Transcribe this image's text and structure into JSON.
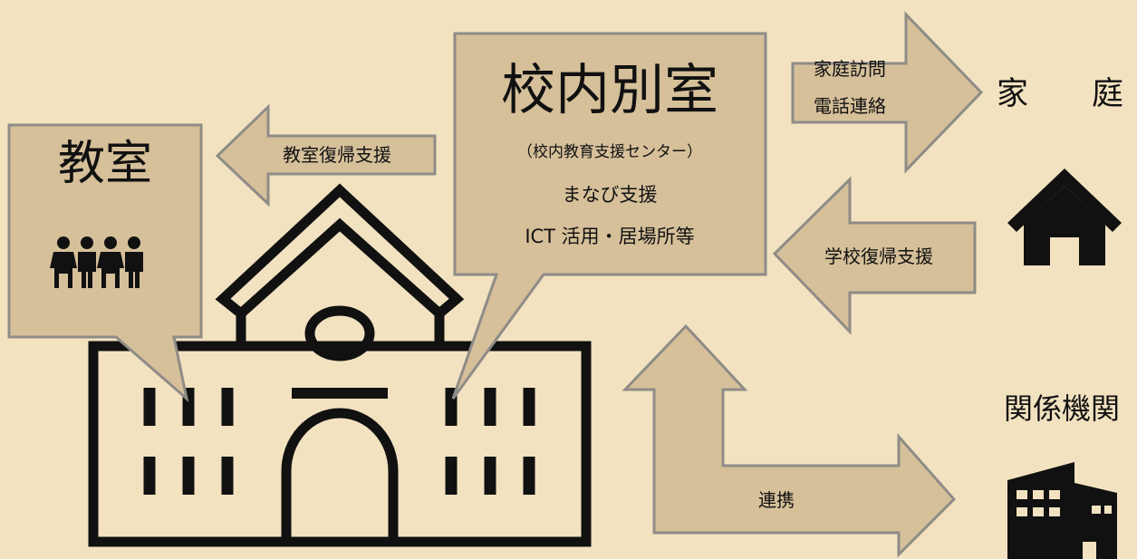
{
  "classroom": {
    "title": "教室"
  },
  "separate_room": {
    "title": "校内別室",
    "subtitle": "（校内教育支援センター）",
    "line1": "まなび支援",
    "line2": "ICT 活用・居場所等"
  },
  "arrows": {
    "return_to_class": "教室復帰支援",
    "home_visit": "家庭訪問",
    "phone_contact": "電話連絡",
    "return_to_school": "学校復帰支援",
    "cooperation": "連携"
  },
  "home": {
    "label": "家　　庭"
  },
  "agencies": {
    "label": "関係機関"
  },
  "colors": {
    "background": "#f2e2c0",
    "box_fill": "#d6c09a",
    "outline": "#8f8c87",
    "ink": "#111111"
  }
}
